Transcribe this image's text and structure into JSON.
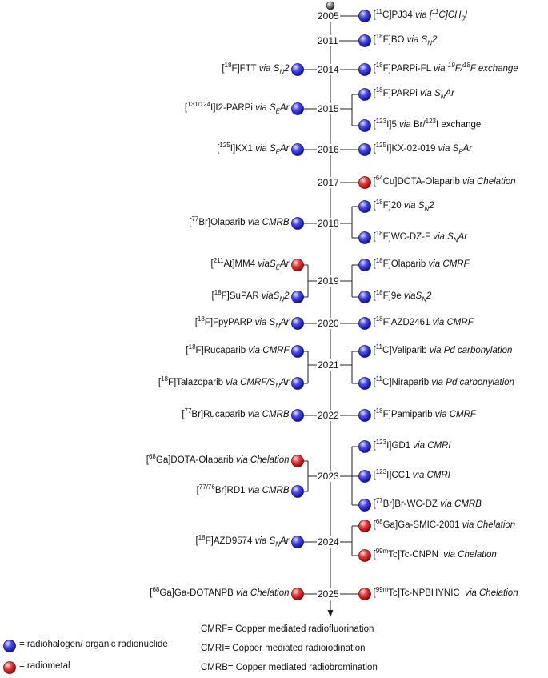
{
  "years": [
    "2005",
    "2011",
    "2014",
    "2015",
    "2016",
    "2017",
    "2018",
    "2019",
    "2020",
    "2021",
    "2022",
    "2023",
    "2024",
    "2025"
  ],
  "entries_right": [
    {
      "year": "2005",
      "html": "[<sup>11</sup>C]PJ34 <i>via [<sup>11</sup>C]CH<sub>3</sub>I</i>",
      "type": "halo"
    },
    {
      "year": "2011",
      "html": "[<sup>18</sup>F]BO <i>via S<sub>N</sub>2</i>",
      "type": "halo"
    },
    {
      "year": "2014",
      "html": "[<sup>18</sup>F]PARPi-FL <i>via <sup>19</sup>F/<sup>18</sup>F exchange</i>",
      "type": "halo"
    },
    {
      "year": "2015",
      "html": "[<sup>18</sup>F]PARPi <i>via S<sub>N</sub>Ar</i>",
      "type": "halo"
    },
    {
      "year": "2015",
      "html": "[<sup>123</sup>I]5 <i>via</i> Br/<sup>123</sup>I exchange",
      "type": "halo"
    },
    {
      "year": "2016",
      "html": "[<sup>125</sup>I]KX-02-019 <i>via S<sub>E</sub>Ar</i>",
      "type": "halo"
    },
    {
      "year": "2017",
      "html": "[<sup>64</sup>Cu]DOTA-Olaparib <i>via Chelation</i>",
      "type": "metal"
    },
    {
      "year": "2018",
      "html": "[<sup>18</sup>F]20 <i>via S<sub>N</sub>2</i>",
      "type": "halo"
    },
    {
      "year": "2018",
      "html": "[<sup>18</sup>F]WC-DZ-F <i>via S<sub>N</sub>Ar</i>",
      "type": "halo"
    },
    {
      "year": "2019",
      "html": "[<sup>18</sup>F]Olaparib <i>via CMRF</i>",
      "type": "halo"
    },
    {
      "year": "2019",
      "html": "[<sup>18</sup>F]9e <i>viaS<sub>N</sub>2</i>",
      "type": "halo"
    },
    {
      "year": "2020",
      "html": "[<sup>18</sup>F]AZD2461 <i>via CMRF</i>",
      "type": "halo"
    },
    {
      "year": "2021",
      "html": "[<sup>11</sup>C]Veliparib <i>via Pd carbonylation</i>",
      "type": "halo"
    },
    {
      "year": "2021",
      "html": "[<sup>11</sup>C]Niraparib <i>via Pd carbonylation</i>",
      "type": "halo"
    },
    {
      "year": "2022",
      "html": "[<sup>18</sup>F]Pamiparib <i>via CMRF</i>",
      "type": "halo"
    },
    {
      "year": "2023",
      "html": "[<sup>123</sup>I]GD1 <i>via CMRI</i>",
      "type": "halo"
    },
    {
      "year": "2023",
      "html": "[<sup>123</sup>I]CC1 <i>via CMRI</i>",
      "type": "halo"
    },
    {
      "year": "2023",
      "html": "[<sup>77</sup>Br]Br-WC-DZ <i>via CMRB</i>",
      "type": "halo"
    },
    {
      "year": "2024",
      "html": "[<sup>68</sup>Ga]Ga-SMIC-2001 <i>via Chelation</i>",
      "type": "metal"
    },
    {
      "year": "2024",
      "html": "[<sup>99m</sup>Tc]Tc-CNPN&nbsp; <i>via Chelation</i>",
      "type": "metal"
    },
    {
      "year": "2025",
      "html": "[<sup>99m</sup>Tc]Tc-NPBHYNIC&nbsp; <i>via Chelation</i>",
      "type": "metal"
    }
  ],
  "entries_left": [
    {
      "year": "2014",
      "html": "[<sup>18</sup>F]FTT <i>via S<sub>N</sub>2</i>",
      "type": "halo"
    },
    {
      "year": "2015",
      "html": "[<sup>131/124</sup>I]I2-PARPi <i>via S<sub>E</sub>Ar</i>",
      "type": "halo"
    },
    {
      "year": "2016",
      "html": "[<sup>125</sup>I]KX1 <i>via S<sub>E</sub>Ar</i>",
      "type": "halo"
    },
    {
      "year": "2018",
      "html": "[<sup>77</sup>Br]Olaparib <i>via CMRB</i>",
      "type": "halo"
    },
    {
      "year": "2019",
      "html": "[<sup>211</sup>At]MM4 <i>viaS<sub>E</sub>Ar</i>",
      "type": "metal"
    },
    {
      "year": "2019",
      "html": "[<sup>18</sup>F]SuPAR <i>viaS<sub>N</sub>2</i>",
      "type": "halo"
    },
    {
      "year": "2020",
      "html": "[<sup>18</sup>F]FpyPARP <i>via S<sub>N</sub>Ar</i>",
      "type": "halo"
    },
    {
      "year": "2021",
      "html": "[<sup>18</sup>F]Rucaparib <i>via CMRF</i>",
      "type": "halo"
    },
    {
      "year": "2021",
      "html": "[<sup>18</sup>F]Talazoparib <i>via CMRF/S<sub>N</sub>Ar</i>",
      "type": "halo"
    },
    {
      "year": "2022",
      "html": "[<sup>77</sup>Br]Rucaparib <i>via CMRB</i>",
      "type": "halo"
    },
    {
      "year": "2023",
      "html": "[<sup>68</sup>Ga]DOTA-Olaparib <i>via Chelation</i>",
      "type": "metal"
    },
    {
      "year": "2023",
      "html": "[<sup>77/76</sup>Br]RD1 <i>via CMRB</i>",
      "type": "halo"
    },
    {
      "year": "2024",
      "html": "[<sup>18</sup>F]AZD9574 <i>via S<sub>N</sub>Ar</i>",
      "type": "halo"
    },
    {
      "year": "2025",
      "html": "[<sup>68</sup>Ga]Ga-DOTANPB <i>via Chelation</i>",
      "type": "metal"
    }
  ],
  "legend": {
    "halo": "= radiohalogen/ organic radionuclide",
    "metal": "= radiometal"
  },
  "abbreviations": [
    "CMRF= Copper mediated radiofluorination",
    "CMRI= Copper mediated radioiodination",
    "CMRB= Copper mediated radiobromination"
  ],
  "colors": {
    "halo": "#2d2de0",
    "metal": "#e02020",
    "line": "#222222"
  }
}
